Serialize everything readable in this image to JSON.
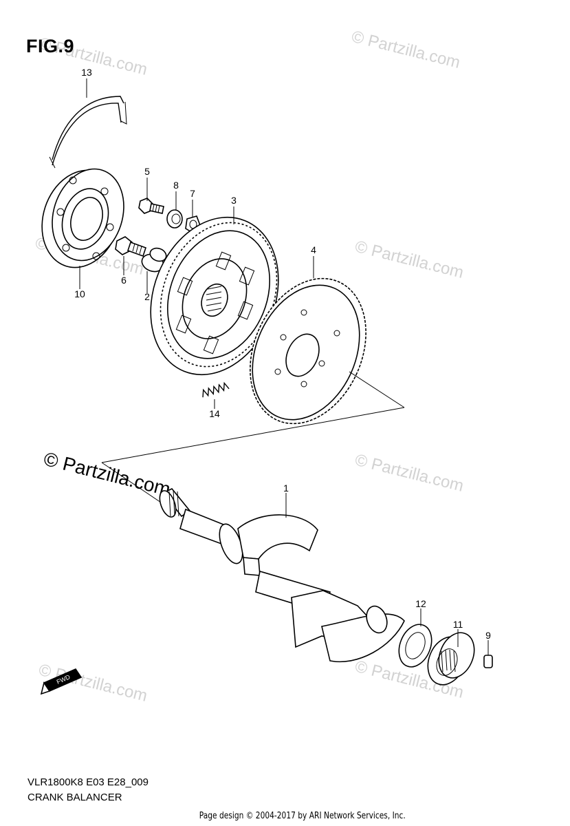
{
  "figure": {
    "title": "FIG.9",
    "model_code": "VLR1800K8 E03 E28_009",
    "section_title": "CRANK BALANCER",
    "footer": "Page design © 2004-2017 by ARI Network Services, Inc."
  },
  "watermark": {
    "text": "© Partzilla.com",
    "prominent_text": "© Partzilla.com"
  },
  "direction_marker": {
    "text": "FWD"
  },
  "callouts": [
    {
      "id": "13",
      "label": "13"
    },
    {
      "id": "5",
      "label": "5"
    },
    {
      "id": "8",
      "label": "8"
    },
    {
      "id": "7",
      "label": "7"
    },
    {
      "id": "3",
      "label": "3"
    },
    {
      "id": "4",
      "label": "4"
    },
    {
      "id": "6",
      "label": "6"
    },
    {
      "id": "2",
      "label": "2"
    },
    {
      "id": "10",
      "label": "10"
    },
    {
      "id": "14",
      "label": "14"
    },
    {
      "id": "1",
      "label": "1"
    },
    {
      "id": "12",
      "label": "12"
    },
    {
      "id": "11",
      "label": "11"
    },
    {
      "id": "9",
      "label": "9"
    }
  ]
}
